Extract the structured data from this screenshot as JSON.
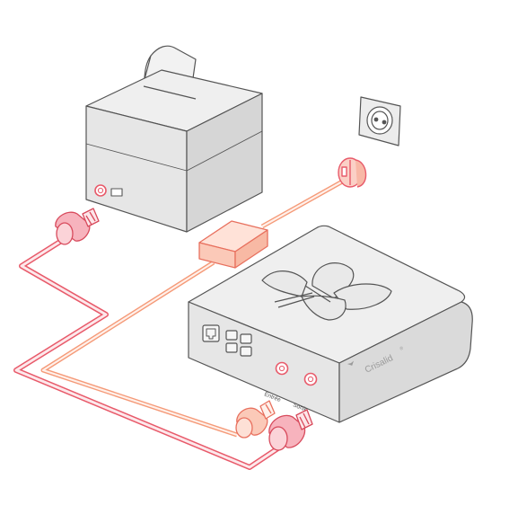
{
  "device": {
    "brand": "Crisalid",
    "trademark": "®",
    "port_in_label": "Entrée",
    "port_out_label": "Sortie"
  },
  "colors": {
    "cable_red": "#e85a6a",
    "cable_orange": "#f59a78",
    "outline": "#555555",
    "box_fill": "#e9e9e9"
  },
  "icons": [
    "receipt-printer-icon",
    "wall-outlet-icon",
    "power-plug-icon",
    "power-adapter-icon",
    "rj45-connector-icon",
    "butterfly-logo-icon"
  ]
}
